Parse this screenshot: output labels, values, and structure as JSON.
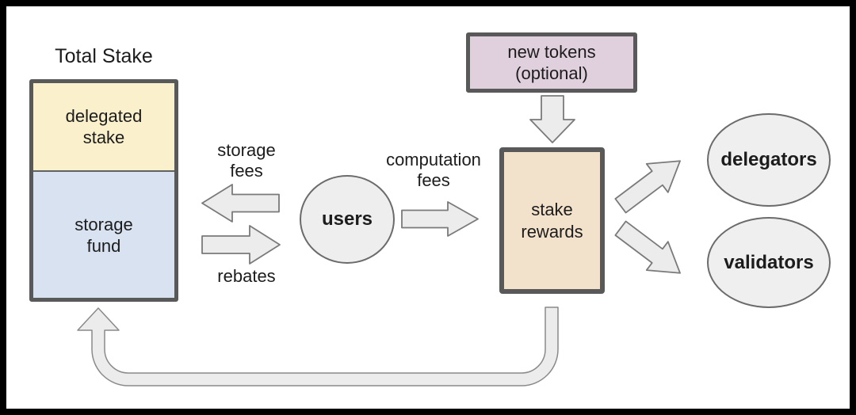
{
  "diagram": {
    "title": "Total Stake",
    "stack": {
      "label": "Total Stake",
      "segments": [
        {
          "id": "delegated-stake",
          "lines": [
            "delegated",
            "stake"
          ],
          "fill": "#faf0cc"
        },
        {
          "id": "storage-fund",
          "lines": [
            "storage",
            "fund"
          ],
          "fill": "#d8e2f0"
        }
      ]
    },
    "users": {
      "label": "users",
      "fill": "#eeeeee"
    },
    "new_tokens": {
      "lines": [
        "new tokens",
        "(optional)"
      ],
      "fill": "#e0d0dd"
    },
    "stake_rewards": {
      "lines": [
        "stake",
        "rewards"
      ],
      "fill": "#f2e2cc"
    },
    "delegators": {
      "label": "delegators",
      "fill": "#efefef"
    },
    "validators": {
      "label": "validators",
      "fill": "#efefef"
    },
    "flows": {
      "storage_fees": {
        "lines": [
          "storage",
          "fees"
        ],
        "arrow": "storage-fees-arrow",
        "direction": "left"
      },
      "rebates": {
        "label": "rebates",
        "arrow": "rebates-arrow",
        "direction": "right"
      },
      "computation_fees": {
        "lines": [
          "computation",
          "fees"
        ],
        "arrow": "computation-fees-arrow",
        "direction": "right"
      },
      "new_tokens_to_stake_rewards": {
        "arrow": "new-tokens-down-arrow",
        "direction": "down"
      },
      "stake_rewards_to_delegators": {
        "arrow": "delegators-arrow",
        "direction": "up-right"
      },
      "stake_rewards_to_validators": {
        "arrow": "validators-arrow",
        "direction": "down-right"
      },
      "stake_rewards_to_storage_fund": {
        "arrow": "recycle-pipe-arrow",
        "direction": "left-then-up"
      }
    },
    "colors": {
      "background": "#ffffff",
      "outer_border": "#000000",
      "node_border": "#595959",
      "arrow_fill": "#ececec",
      "arrow_stroke": "#7a7a7a",
      "shape_fill": "#eeeeee",
      "shape_stroke": "#6b6b6b",
      "text": "#1c1c1c"
    }
  }
}
